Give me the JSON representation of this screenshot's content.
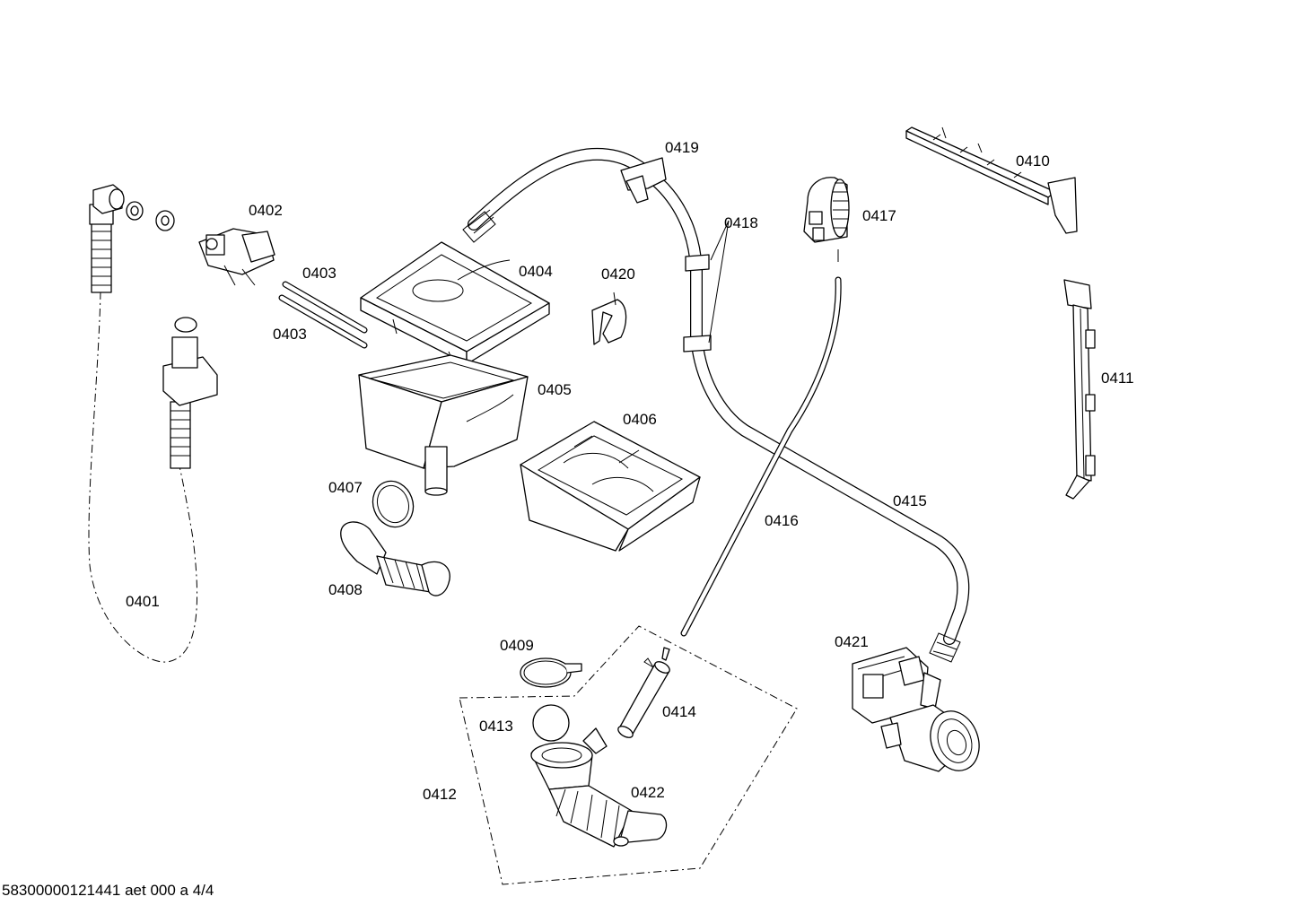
{
  "labels": {
    "p0401": "0401",
    "p0402": "0402",
    "p0403a": "0403",
    "p0403b": "0403",
    "p0404": "0404",
    "p0405": "0405",
    "p0406": "0406",
    "p0407": "0407",
    "p0408": "0408",
    "p0409": "0409",
    "p0410": "0410",
    "p0411": "0411",
    "p0412": "0412",
    "p0413": "0413",
    "p0414": "0414",
    "p0415": "0415",
    "p0416": "0416",
    "p0417": "0417",
    "p0418": "0418",
    "p0419": "0419",
    "p0420": "0420",
    "p0421": "0421",
    "p0422": "0422"
  },
  "footer": "58300000121441 aet 000 a 4/4"
}
